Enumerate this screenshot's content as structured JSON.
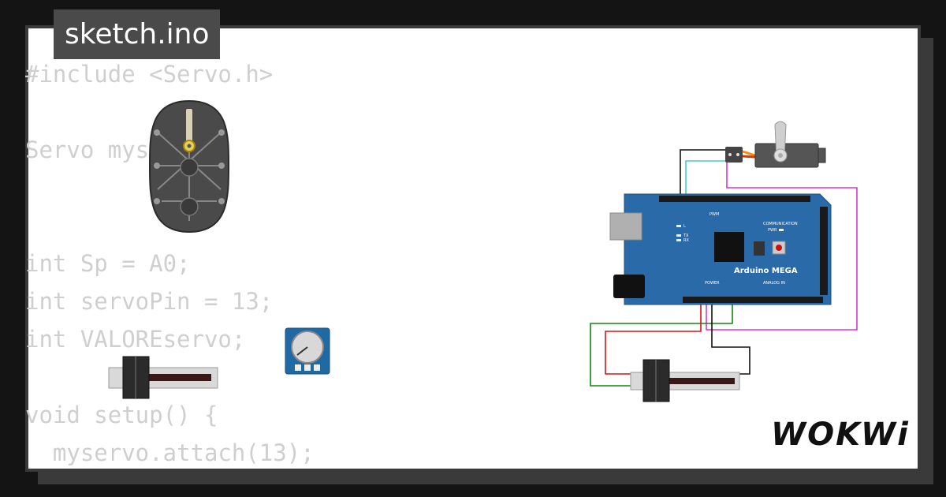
{
  "file_tab": {
    "title": "sketch.ino"
  },
  "code_lines": [
    "#include <Servo.h>",
    "",
    "Servo myservo;",
    "",
    "",
    "int Sp = A0;",
    "int servoPin = 13;",
    "int VALOREservo;",
    "",
    "void setup() {",
    "  myservo.attach(13);"
  ],
  "board": {
    "name": "Arduino MEGA",
    "labels": {
      "pwm": "PWM",
      "communication": "COMMUNICATION",
      "power": "POWER",
      "analog_in": "ANALOG IN",
      "led_l": "L",
      "led_tx": "TX",
      "led_rx": "RX",
      "pwr": "PWR"
    },
    "color": "#2a6aa8"
  },
  "brand": {
    "logo_text": "WOKWi"
  },
  "colors": {
    "wire_black": "#111111",
    "wire_cyan": "#44ccdd",
    "wire_magenta": "#dd33dd",
    "wire_red": "#dd1111",
    "wire_green": "#118811",
    "servo_body": "#3c3c3c",
    "rotor_body": "#4a4a4a",
    "pot_blue": "#1f6aa3"
  },
  "icons": [
    "servo-motor-icon",
    "rotary-servo-icon",
    "slide-potentiometer-icon",
    "rotary-potentiometer-icon",
    "arduino-board-icon"
  ]
}
